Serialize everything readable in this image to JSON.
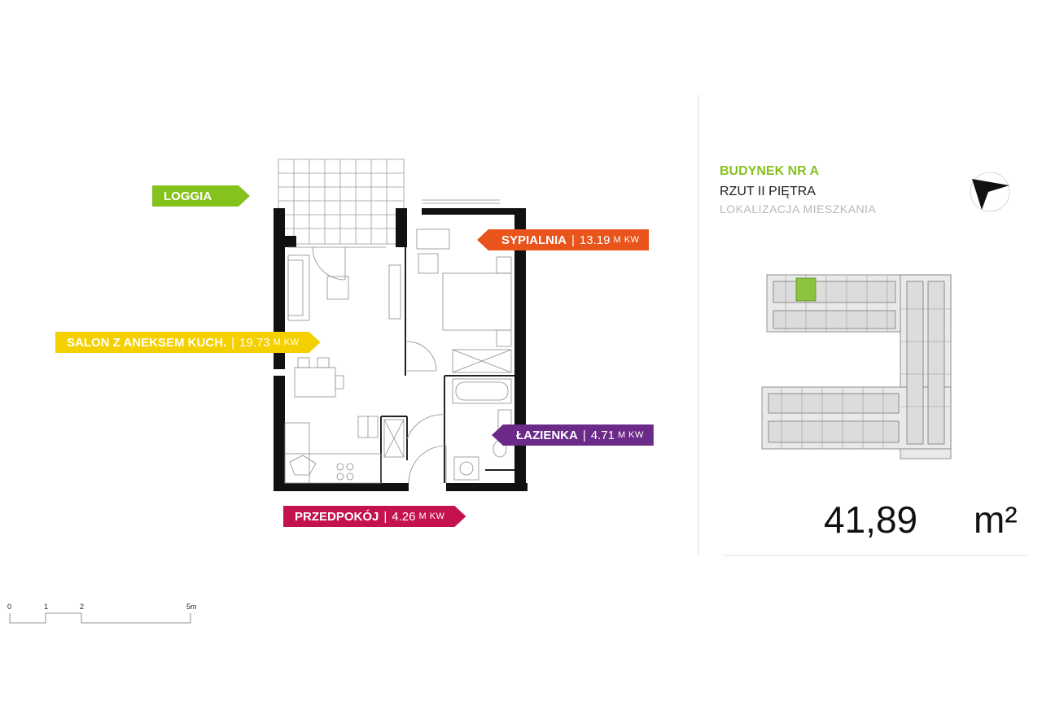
{
  "colors": {
    "green": "#86c21d",
    "orange": "#e9541c",
    "yellow": "#f5d000",
    "purple": "#6b2a87",
    "magenta": "#c4124f",
    "wall": "#111111",
    "highlight": "#8ac43f"
  },
  "labels": {
    "loggia": {
      "name": "LOGGIA"
    },
    "sypialnia": {
      "name": "SYPIALNIA",
      "sep": "|",
      "area": "13.19",
      "unit": "M KW"
    },
    "salon": {
      "name": "SALON Z ANEKSEM KUCH.",
      "sep": "|",
      "area": "19.73",
      "unit": "M KW"
    },
    "lazienka": {
      "name": "ŁAZIENKA",
      "sep": "|",
      "area": "4.71",
      "unit": "M KW"
    },
    "przedpokoj": {
      "name": "PRZEDPOKÓJ",
      "sep": "|",
      "area": "4.26",
      "unit": "M KW"
    }
  },
  "building": {
    "title": "BUDYNEK NR A",
    "floor": "RZUT II PIĘTRA",
    "location": "LOKALIZACJA MIESZKANIA"
  },
  "total_area": {
    "value": "41,89",
    "unit": "m²"
  },
  "scale": {
    "ticks": [
      "0",
      "1",
      "2",
      "5m"
    ]
  },
  "icons": {
    "compass": "compass-north-arrow-icon"
  }
}
